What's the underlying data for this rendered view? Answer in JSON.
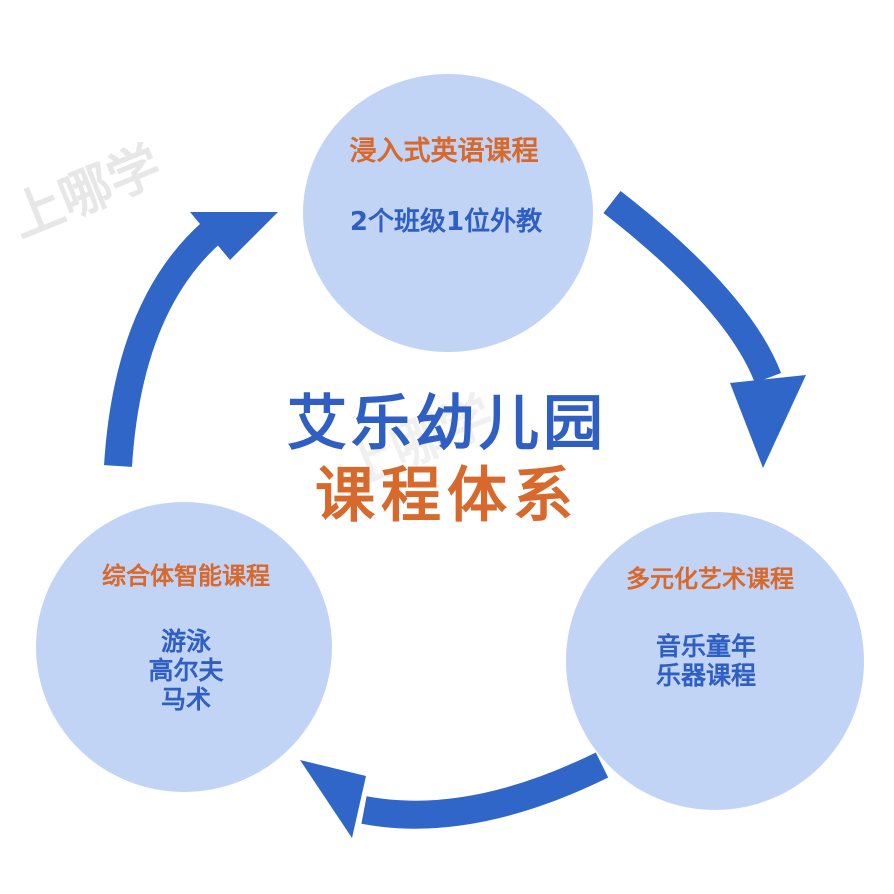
{
  "title": {
    "line1": "艾乐幼儿园",
    "line2": "课程体系"
  },
  "nodes": [
    {
      "id": "top",
      "heading": "浸入式英语课程",
      "lines": [
        "2个班级1位外教"
      ]
    },
    {
      "id": "right",
      "heading": "多元化艺术课程",
      "lines": [
        "音乐童年",
        "乐器课程"
      ]
    },
    {
      "id": "left",
      "heading": "综合体智能课程",
      "lines": [
        "游泳",
        "高尔夫",
        "马术"
      ]
    }
  ],
  "watermark": "上哪学",
  "colors": {
    "circle_fill": "#c2d4f5",
    "arrow_blue": "#2f66c8",
    "accent_orange": "#d8692c",
    "text_blue": "#2f5fc2"
  }
}
